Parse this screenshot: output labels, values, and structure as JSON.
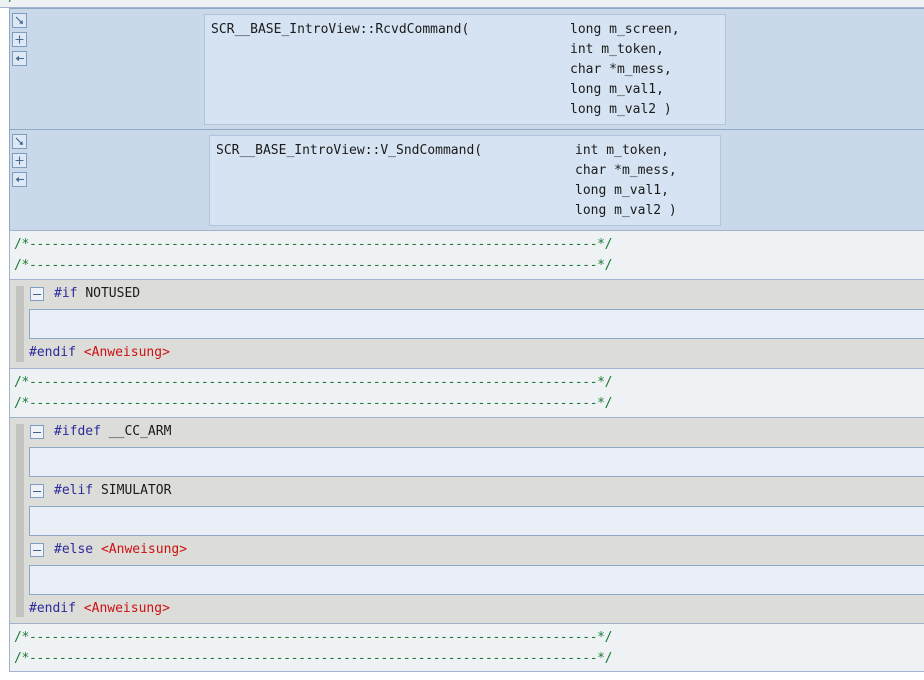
{
  "editor": {
    "language": "C/C++",
    "separator_comment": "/*----------------------------------------------------------------------------*/",
    "colors": {
      "panel_bg": "#c9d9ea",
      "codebox_bg": "#d5e3f2",
      "comment_green": "#1a7a32",
      "keyword_blue": "#2b2b9e",
      "placeholder_red": "#cc1111",
      "pp_block_bg": "#dcdcd8",
      "slot_bg": "#e9eef7",
      "border": "#8fa8c4"
    }
  },
  "top_partial_comment": {
    "left": "/",
    "right": "/"
  },
  "methods": [
    {
      "id": "rcvd-command",
      "signature": "SCR__BASE_IntroView::RcvdCommand(",
      "params": [
        "long m_screen,",
        "int m_token,",
        "char *m_mess,",
        "long m_val1,",
        "long m_val2 )"
      ],
      "gutter_icons": [
        {
          "name": "arrow-down-right-icon",
          "title": "arrow-down-right"
        },
        {
          "name": "plus-icon",
          "title": "plus"
        },
        {
          "name": "arrow-left-icon",
          "title": "arrow-left"
        }
      ]
    },
    {
      "id": "v-snd-command",
      "signature": "SCR__BASE_IntroView::V_SndCommand(",
      "params": [
        "int m_token,",
        "char *m_mess,",
        "long m_val1,",
        "long m_val2 )"
      ],
      "gutter_icons": [
        {
          "name": "arrow-down-right-icon",
          "title": "arrow-down-right"
        },
        {
          "name": "plus-icon",
          "title": "plus"
        },
        {
          "name": "arrow-left-icon",
          "title": "arrow-left"
        }
      ]
    }
  ],
  "separators": [
    {
      "id": "sep-1",
      "lines": 2
    },
    {
      "id": "sep-2",
      "lines": 2
    },
    {
      "id": "sep-3",
      "lines": 2
    }
  ],
  "pp_blocks": [
    {
      "id": "pp-notused",
      "branches": [
        {
          "keyword": "#if",
          "arg": "NOTUSED",
          "arg_kind": "identifier",
          "collapsed": false
        }
      ],
      "end": {
        "keyword": "#endif",
        "arg": "<Anweisung>",
        "arg_kind": "placeholder"
      }
    },
    {
      "id": "pp-cc-arm",
      "branches": [
        {
          "keyword": "#ifdef",
          "arg": "__CC_ARM",
          "arg_kind": "identifier",
          "collapsed": false
        },
        {
          "keyword": "#elif",
          "arg": "SIMULATOR",
          "arg_kind": "identifier",
          "collapsed": false
        },
        {
          "keyword": "#else",
          "arg": "<Anweisung>",
          "arg_kind": "placeholder",
          "collapsed": false
        }
      ],
      "end": {
        "keyword": "#endif",
        "arg": "<Anweisung>",
        "arg_kind": "placeholder"
      }
    }
  ],
  "statement_slots": {
    "value": "",
    "placeholder": ""
  }
}
